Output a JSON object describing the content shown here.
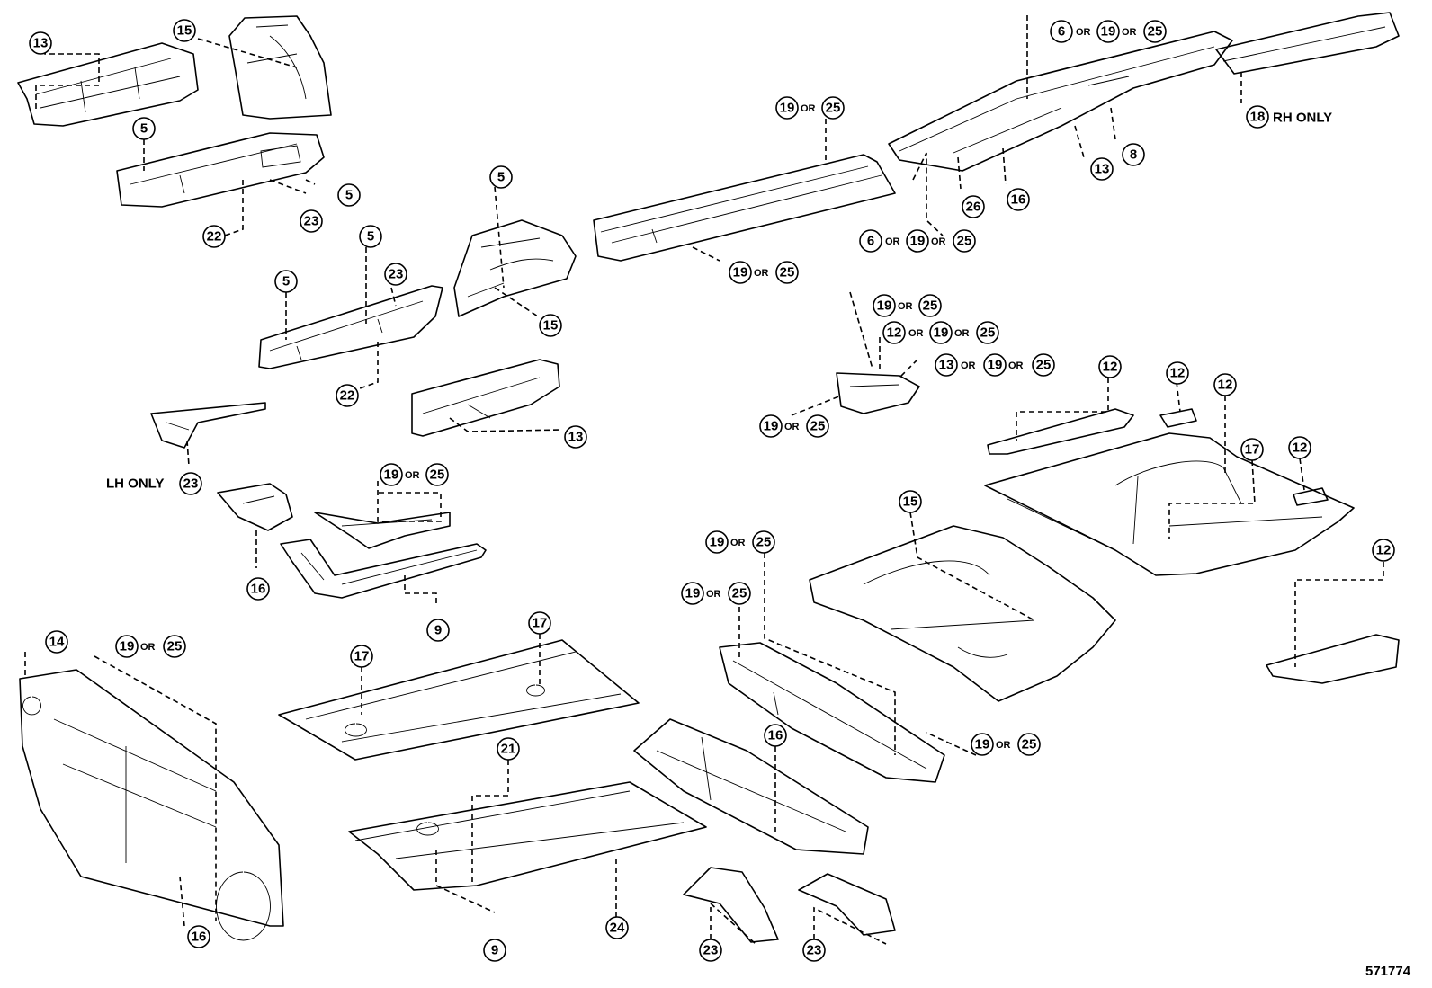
{
  "figure_id": "571774",
  "notes": {
    "rh_only": "RH ONLY",
    "lh_only": "LH ONLY",
    "or_word": "OR"
  },
  "callouts": {
    "c13_a": "13",
    "c15_a": "15",
    "c5_a": "5",
    "c5_b": "5",
    "c22_a": "22",
    "c23_a": "23",
    "c5_c": "5",
    "c5_d": "5",
    "c23_b": "23",
    "c22_b": "22",
    "c5_e": "5",
    "c15_b": "15",
    "c13_b": "13",
    "c23_c": "23",
    "c16_a": "16",
    "c9_a": "9",
    "c6_a": "6",
    "c19_a": "19",
    "c25_a": "25",
    "c19_b": "19",
    "c25_b": "25",
    "c19_c": "19",
    "c25_c": "25",
    "c8": "8",
    "c13_c": "13",
    "c16_b": "16",
    "c26": "26",
    "c18": "18",
    "c6_b": "6",
    "c19_d": "19",
    "c25_d": "25",
    "c19_e": "19",
    "c25_e": "25",
    "c12_a": "12",
    "c19_f": "19",
    "c25_f": "25",
    "c13_d": "13",
    "c19_g": "19",
    "c25_g": "25",
    "c19_h": "19",
    "c25_h": "25",
    "c19_i": "19",
    "c25_i": "25",
    "c12_b": "12",
    "c12_c": "12",
    "c12_d": "12",
    "c17_a": "17",
    "c12_e": "12",
    "c12_f": "12",
    "c15_c": "15",
    "c19_j": "19",
    "c25_j": "25",
    "c19_k": "19",
    "c25_k": "25",
    "c19_l": "19",
    "c25_l": "25",
    "c14": "14",
    "c19_m": "19",
    "c25_m": "25",
    "c16_c": "16",
    "c17_b": "17",
    "c17_c": "17",
    "c21": "21",
    "c9_b": "9",
    "c24": "24",
    "c16_d": "16",
    "c23_d": "23",
    "c23_e": "23"
  }
}
